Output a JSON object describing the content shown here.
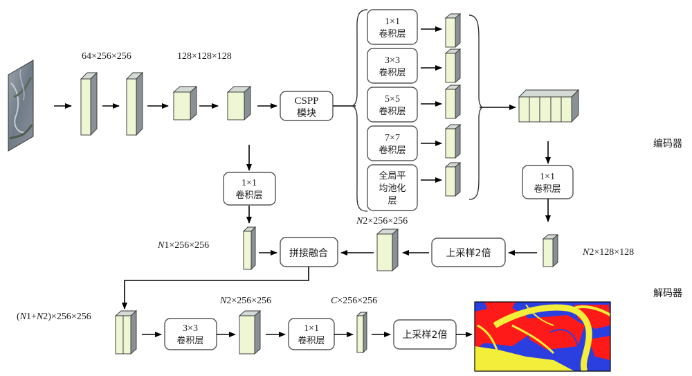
{
  "encoder": {
    "dim1": "64×256×256",
    "dim2": "128×128×128",
    "cspp_line1": "CSPP",
    "cspp_line2": "模块",
    "branches": [
      {
        "line1": "1×1",
        "line2": "卷积层"
      },
      {
        "line1": "3×3",
        "line2": "卷积层"
      },
      {
        "line1": "5×5",
        "line2": "卷积层"
      },
      {
        "line1": "7×7",
        "line2": "卷积层"
      },
      {
        "line1": "全局平",
        "line2": "均池化",
        "line3": "层"
      }
    ],
    "label": "编码器",
    "conv_right_line1": "1×1",
    "conv_right_line2": "卷积层",
    "conv_left_line1": "1×1",
    "conv_left_line2": "卷积层"
  },
  "middle": {
    "n1_dim_italic": "N",
    "n1_dim_rest": "1×256×256",
    "fuse": "拼接融合",
    "n2_dim_italic": "N",
    "n2_dim_rest": "2×256×256",
    "upsample": "上采样2倍",
    "n2_small_italic": "N",
    "n2_small_rest": "2×128×128"
  },
  "decoder": {
    "label": "解码器",
    "concat_dim_pre": "(",
    "concat_dim_n1": "N",
    "concat_dim_mid": "1+",
    "concat_dim_n2": "N",
    "concat_dim_post": "2)×256×256",
    "conv3_line1": "3×3",
    "conv3_line2": "卷积层",
    "n2_dim_italic": "N",
    "n2_dim_rest": "2×256×256",
    "conv1_line1": "1×1",
    "conv1_line2": "卷积层",
    "c_dim_italic": "C",
    "c_dim_rest": "×256×256",
    "upsample": "上采样2倍"
  },
  "colors": {
    "block_front": "#eef6d4",
    "block_top": "#d4dbd4",
    "block_side": "#8a9195",
    "seg_blue": "#2b3fe0",
    "seg_red": "#ff1a1a",
    "seg_yellow": "#f3ee3a"
  }
}
